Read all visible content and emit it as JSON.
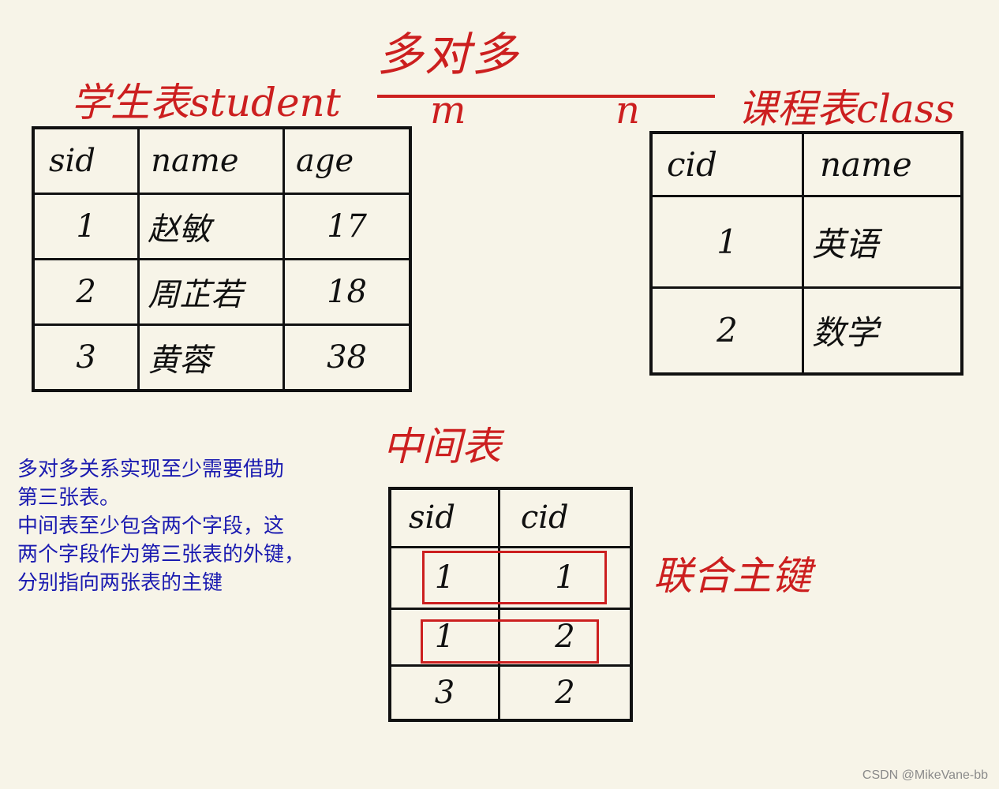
{
  "title_relation": "多对多",
  "m_label": "m",
  "n_label": "n",
  "student_table": {
    "title": "学生表student",
    "headers": [
      "sid",
      "name",
      "age"
    ],
    "rows": [
      [
        "1",
        "赵敏",
        "17"
      ],
      [
        "2",
        "周芷若",
        "18"
      ],
      [
        "3",
        "黄蓉",
        "38"
      ]
    ]
  },
  "course_table": {
    "title": "课程表class",
    "headers": [
      "cid",
      "name"
    ],
    "rows": [
      [
        "1",
        "英语"
      ],
      [
        "2",
        "数学"
      ]
    ]
  },
  "middle_table": {
    "title": "中间表",
    "headers": [
      "sid",
      "cid"
    ],
    "rows": [
      [
        "1",
        "1"
      ],
      [
        "1",
        "2"
      ],
      [
        "3",
        "2"
      ]
    ]
  },
  "composite_key_label": "联合主键",
  "notes": [
    "多对多关系实现至少需要借助",
    "第三张表。",
    "中间表至少包含两个字段，这",
    "两个字段作为第三张表的外键，",
    "分别指向两张表的主键"
  ],
  "watermark": "CSDN @MikeVane-bb",
  "colors": {
    "red": "#cc1f1f",
    "blue": "#1b1bb0",
    "ink": "#111111",
    "paper": "#f7f4e8"
  }
}
